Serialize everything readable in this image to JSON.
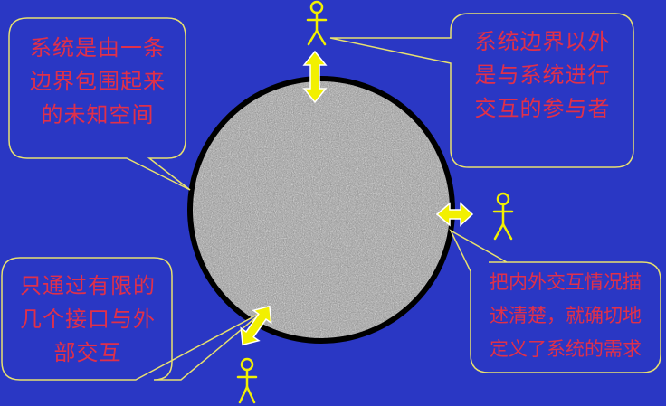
{
  "colors": {
    "background": "#2a37c4",
    "bubble_fill": "#2a37c4",
    "bubble_border": "#e8e070",
    "text": "#e0304a",
    "actor": "#f2f000",
    "arrow": "#f2f000",
    "circle_border": "#000000",
    "circle_fill": "#9a9a9a"
  },
  "bubbles": {
    "top_left": {
      "text": "系统是由一条\n边界包围起来\n的未知空间"
    },
    "top_right": {
      "text": "系统边界以外\n是与系统进行\n交互的参与者"
    },
    "bottom_left": {
      "text": "只通过有限的\n几个接口与外\n部交互"
    },
    "bottom_right": {
      "text": "把内外交互情况描\n述清楚，就确切地\n定义了系统的需求"
    }
  },
  "icons": {
    "actor": "stick-figure-icon",
    "arrow": "double-arrow-icon"
  }
}
